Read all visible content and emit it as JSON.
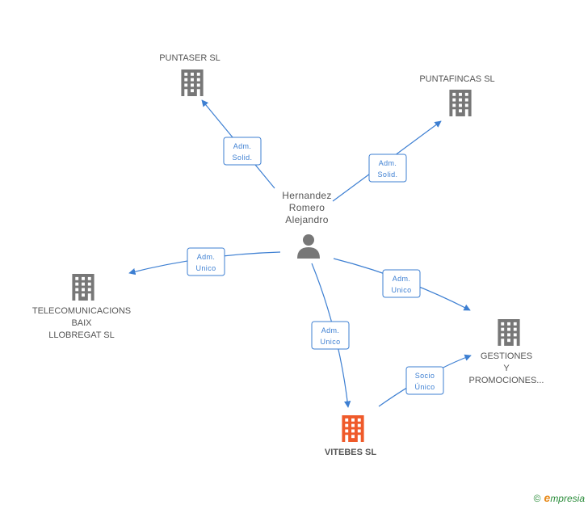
{
  "colors": {
    "edge": "#3d7fd2",
    "building": "#777777",
    "focus_building": "#ef5a2a",
    "person": "#777777"
  },
  "person": {
    "name_lines": [
      "Hernandez",
      "Romero",
      "Alejandro"
    ],
    "icon": "person-icon"
  },
  "companies": {
    "puntaser": {
      "lines": [
        "PUNTASER SL"
      ],
      "icon": "building-icon"
    },
    "puntafincas": {
      "lines": [
        "PUNTAFINCAS SL"
      ],
      "icon": "building-icon"
    },
    "telecomunicacions": {
      "lines": [
        "TELECOMUNICACIONS",
        "BAIX",
        "LLOBREGAT SL"
      ],
      "icon": "building-icon"
    },
    "gestiones": {
      "lines": [
        "GESTIONES",
        "Y",
        "PROMOCIONES..."
      ],
      "icon": "building-icon"
    },
    "vitebes": {
      "lines": [
        "VITEBES SL"
      ],
      "icon": "building-icon",
      "highlighted": true
    }
  },
  "relations": {
    "to_puntaser": [
      "Adm.",
      "Solid."
    ],
    "to_puntafincas": [
      "Adm.",
      "Solid."
    ],
    "to_telecomunicacions": [
      "Adm.",
      "Unico"
    ],
    "to_gestiones": [
      "Adm.",
      "Unico"
    ],
    "to_vitebes": [
      "Adm.",
      "Unico"
    ],
    "vitebes_to_gestiones": [
      "Socio",
      "Único"
    ]
  },
  "footer": {
    "copyright": "©",
    "brand_initial": "e",
    "brand_rest": "mpresia"
  }
}
